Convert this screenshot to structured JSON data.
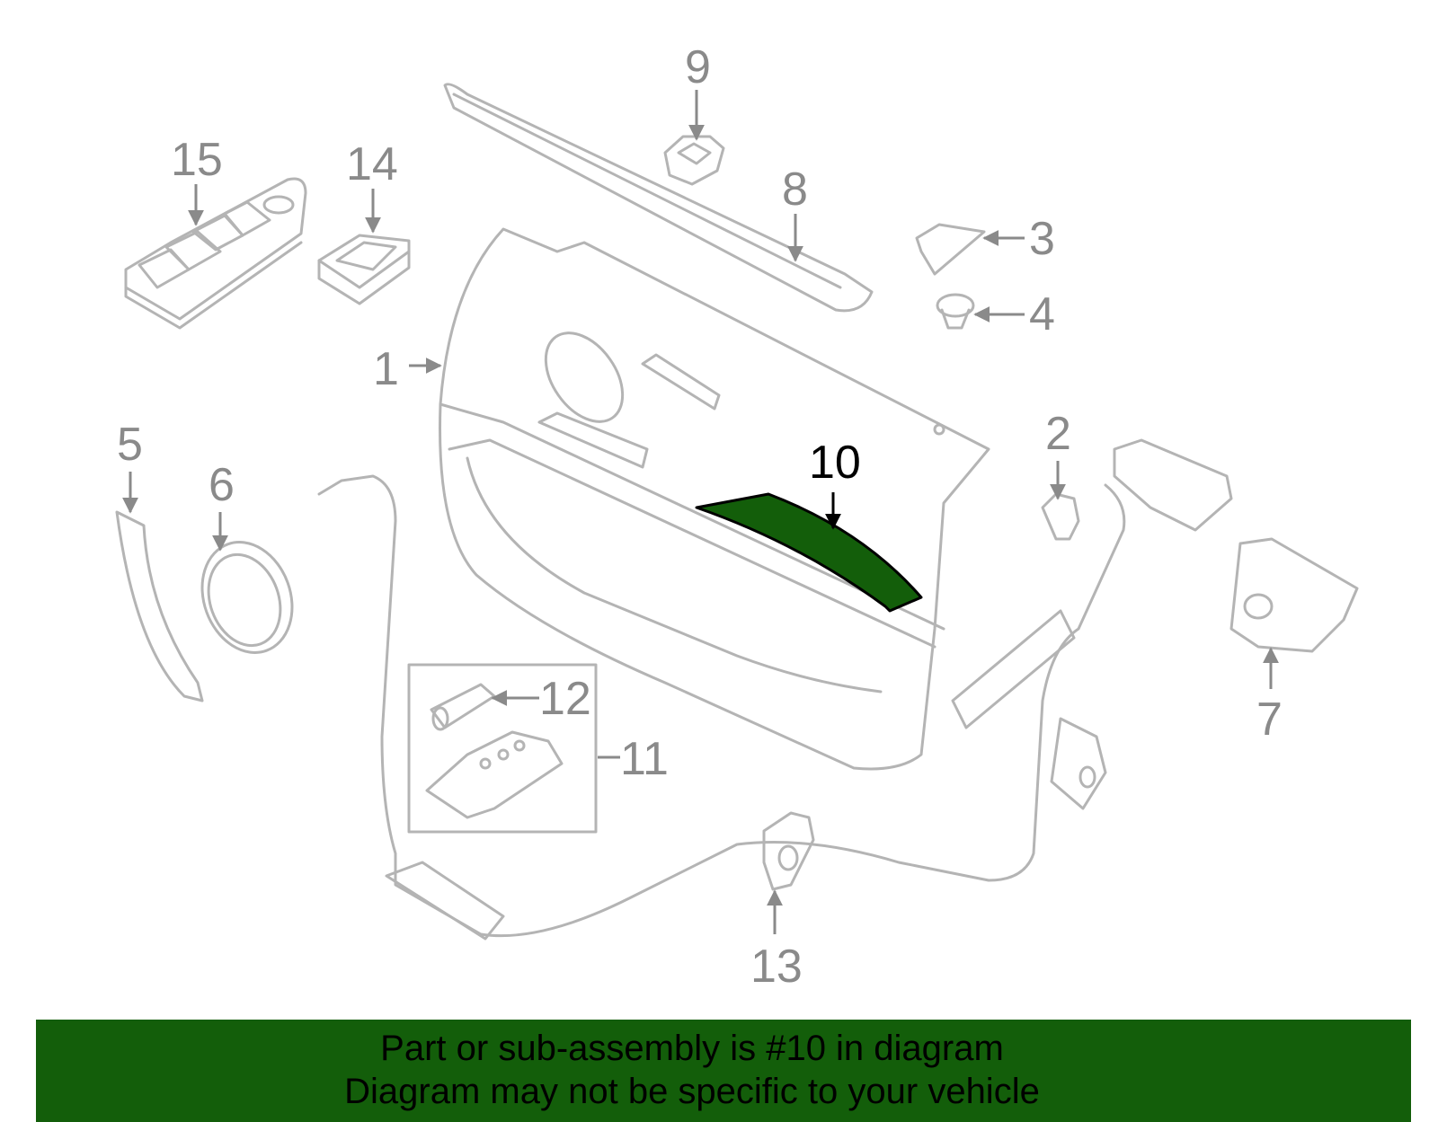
{
  "diagram": {
    "callouts": [
      {
        "id": "1",
        "label": "1"
      },
      {
        "id": "2",
        "label": "2"
      },
      {
        "id": "3",
        "label": "3"
      },
      {
        "id": "4",
        "label": "4"
      },
      {
        "id": "5",
        "label": "5"
      },
      {
        "id": "6",
        "label": "6"
      },
      {
        "id": "7",
        "label": "7"
      },
      {
        "id": "8",
        "label": "8"
      },
      {
        "id": "9",
        "label": "9"
      },
      {
        "id": "10",
        "label": "10",
        "highlighted": true
      },
      {
        "id": "11",
        "label": "11"
      },
      {
        "id": "12",
        "label": "12"
      },
      {
        "id": "13",
        "label": "13"
      },
      {
        "id": "14",
        "label": "14"
      },
      {
        "id": "15",
        "label": "15"
      }
    ],
    "highlight_color": "#135e0a",
    "line_color": "#b4b4b4",
    "label_color": "#8a8a8a"
  },
  "banner": {
    "line1": "Part or sub-assembly is #10 in diagram",
    "line2": "Diagram may not be specific to your vehicle",
    "background": "#135e0a"
  }
}
